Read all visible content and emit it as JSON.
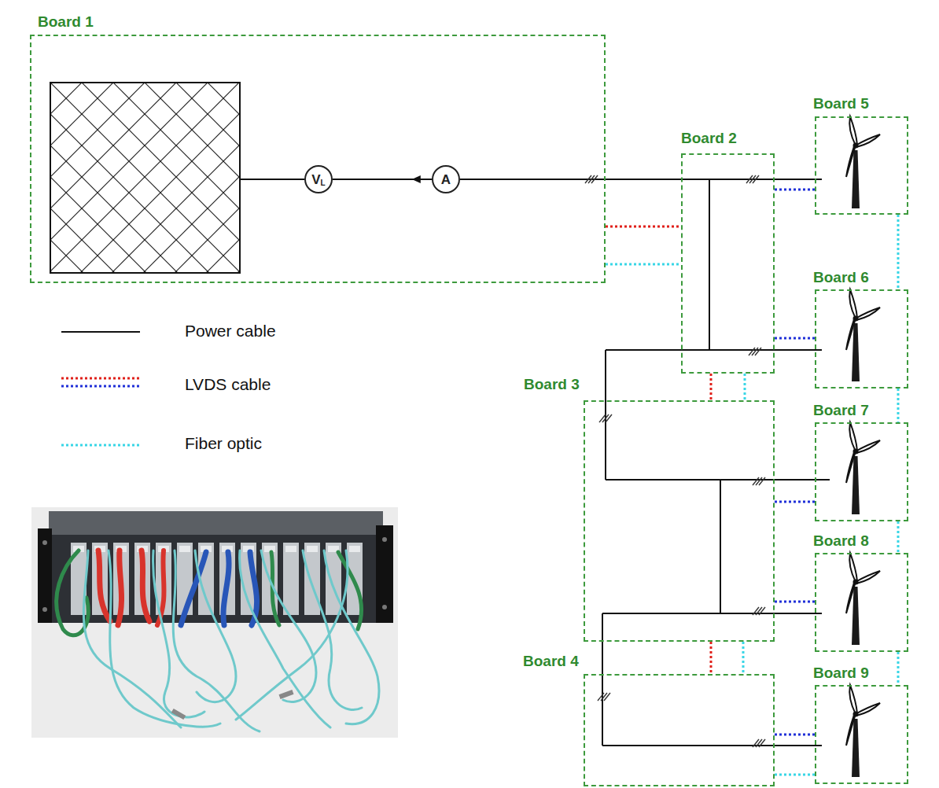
{
  "diagram": {
    "nodes": [
      {
        "text": [
          "Board 1"
        ]
      },
      {
        "text": [
          "V",
          "L"
        ],
        "in": 0
      },
      {
        "text": [
          "A"
        ],
        "in": 0
      },
      {
        "text": [
          "Board 2"
        ]
      },
      {
        "text": [
          "Board 3"
        ]
      },
      {
        "text": [
          "Board 4"
        ]
      },
      {
        "text": [
          "Board 5"
        ]
      },
      {
        "text": [
          "Board 6"
        ]
      },
      {
        "text": [
          "Board 7"
        ]
      },
      {
        "text": [
          "Board 8"
        ]
      },
      {
        "text": [
          "Board 9"
        ]
      }
    ],
    "edges": [
      {
        "from": 2,
        "to": 1,
        "arrow": "to"
      },
      {
        "from": 0,
        "to": 3,
        "arrow": "none"
      },
      {
        "from": 0,
        "to": 3,
        "arrow": "none"
      },
      {
        "from": 3,
        "to": 4,
        "arrow": "none"
      },
      {
        "from": 3,
        "to": 4,
        "arrow": "none"
      },
      {
        "from": 4,
        "to": 5,
        "arrow": "none"
      },
      {
        "from": 4,
        "to": 5,
        "arrow": "none"
      },
      {
        "from": 3,
        "to": 6,
        "arrow": "none"
      },
      {
        "from": 3,
        "to": 7,
        "arrow": "none"
      },
      {
        "from": 4,
        "to": 8,
        "arrow": "none"
      },
      {
        "from": 4,
        "to": 9,
        "arrow": "none"
      },
      {
        "from": 5,
        "to": 10,
        "arrow": "none"
      },
      {
        "from": 5,
        "to": 10,
        "arrow": "none"
      },
      {
        "from": 6,
        "to": 7,
        "arrow": "none"
      },
      {
        "from": 7,
        "to": 8,
        "arrow": "none"
      },
      {
        "from": 8,
        "to": 9,
        "arrow": "none"
      },
      {
        "from": 9,
        "to": 10,
        "arrow": "none"
      }
    ],
    "legend": [
      {
        "text": "Power cable"
      },
      {
        "text": "LVDS cable"
      },
      {
        "text": "Fiber optic"
      }
    ]
  }
}
